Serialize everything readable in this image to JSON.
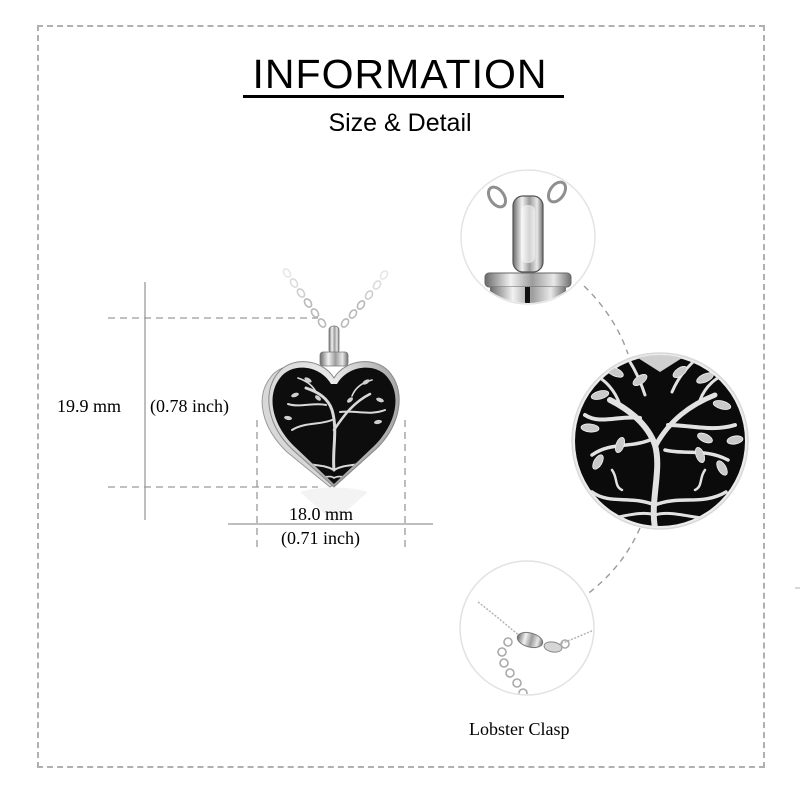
{
  "header": {
    "title": "INFORMATION",
    "subtitle": "Size & Detail"
  },
  "dimensions": {
    "height_mm": "19.9 mm",
    "height_inch": "(0.78 inch)",
    "width_mm": "18.0 mm",
    "width_inch": "(0.71 inch)"
  },
  "product": {
    "name": "heart-tree-of-life-pendant",
    "icon": "heart-pendant-icon"
  },
  "details": [
    {
      "name": "bail-closeup",
      "label": ""
    },
    {
      "name": "tree-of-life-closeup",
      "label": ""
    },
    {
      "name": "clasp-closeup",
      "label": "Lobster  Clasp"
    }
  ],
  "colors": {
    "border": "#b0b0b0",
    "text": "#000000",
    "enamel": "#0d0d0d",
    "silver": "#c8c8c8",
    "guide": "#9a9a9a"
  }
}
